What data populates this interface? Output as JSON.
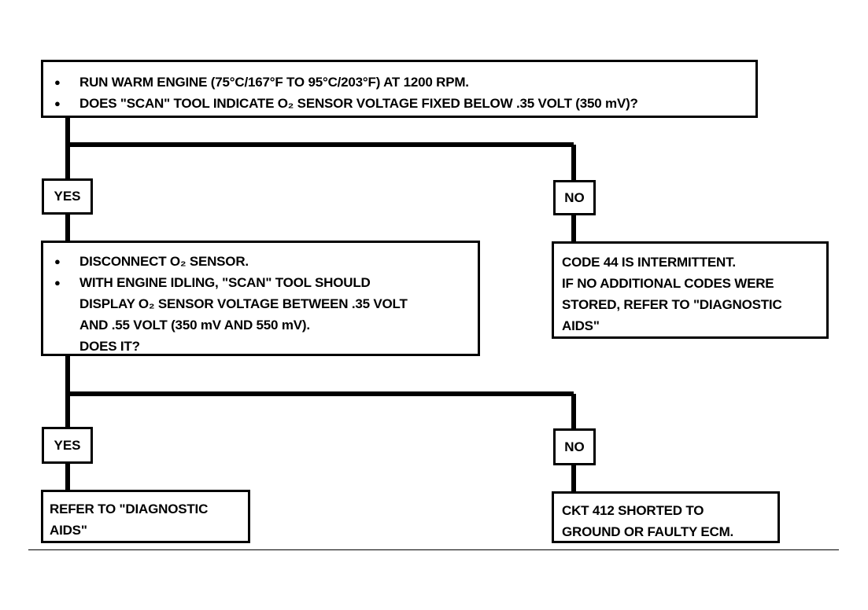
{
  "box1": {
    "bullets": [
      "RUN WARM ENGINE (75°C/167°F TO 95°C/203°F) AT 1200 RPM.",
      "DOES \"SCAN\" TOOL INDICATE O₂ SENSOR VOLTAGE FIXED BELOW .35 VOLT (350 mV)?"
    ]
  },
  "branch1": {
    "yes": "YES",
    "no": "NO"
  },
  "box2": {
    "bullets": [
      "DISCONNECT O₂ SENSOR.",
      "WITH ENGINE IDLING, \"SCAN\" TOOL SHOULD"
    ],
    "continuation": [
      "DISPLAY O₂ SENSOR VOLTAGE BETWEEN .35 VOLT",
      "AND .55 VOLT (350 mV AND 550 mV).",
      "DOES IT?"
    ]
  },
  "box_no1": {
    "lines": [
      "CODE 44 IS INTERMITTENT.",
      "IF NO ADDITIONAL CODES WERE",
      "STORED, REFER TO \"DIAGNOSTIC",
      "AIDS\""
    ]
  },
  "branch2": {
    "yes": "YES",
    "no": "NO"
  },
  "box_yes2": {
    "lines": [
      "REFER TO \"DIAGNOSTIC",
      "AIDS\""
    ]
  },
  "box_no2": {
    "lines": [
      "CKT 412 SHORTED TO",
      "GROUND OR FAULTY ECM."
    ]
  }
}
